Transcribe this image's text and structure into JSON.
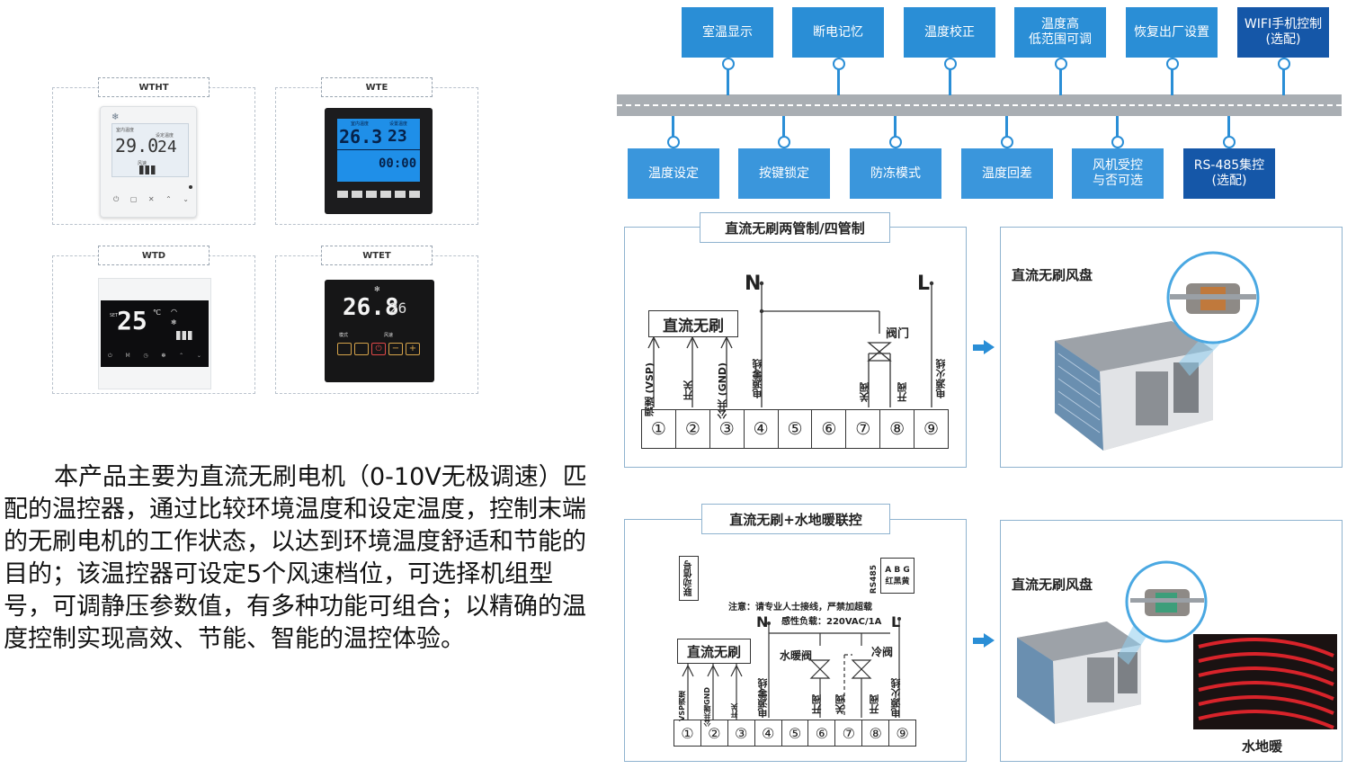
{
  "products": [
    {
      "tag": "WTHT",
      "lcd_big": "29.0",
      "lcd_small": "24",
      "lcd_lbl1": "室内温度",
      "lcd_lbl2": "设定温度",
      "lcd_lbl3": "风速"
    },
    {
      "tag": "WTE",
      "lcd_big": "26.3",
      "lcd_small": "23",
      "lcd_lbl1": "室内温度",
      "lcd_lbl2": "设置温度",
      "lcd_time": "00:00"
    },
    {
      "tag": "WTD",
      "lcd_set": "SET",
      "lcd_big": "25",
      "lcd_unit": "℃"
    },
    {
      "tag": "WTET",
      "lcd_big": "26.8",
      "lcd_small": "26",
      "lcd_mode": "模式",
      "lcd_fan": "风速"
    }
  ],
  "paragraph": "本产品主要为直流无刷电机（0-10V无极调速）匹配的温控器，通过比较环境温度和设定温度，控制末端的无刷电机的工作状态，以达到环境温度舒适和节能的目的；该温控器可设定5个风速档位，可选择机组型号，可调静压参数值，有多种功能可组合；以精确的温度控制实现高效、节能、智能的温控体验。",
  "features_top": [
    "室温显示",
    "断电记忆",
    "温度校正",
    "温度高\n低范围可调",
    "恢复出厂设置",
    "WIFI手机控制\n(选配)"
  ],
  "features_bottom": [
    "温度设定",
    "按键锁定",
    "防冻模式",
    "温度回差",
    "风机受控\n与否可选",
    "RS-485集控\n(选配)"
  ],
  "diagram1": {
    "title": "直流无刷两管制/四管制",
    "n": "N",
    "l": "L",
    "box": "直流无刷",
    "valve": "阀门",
    "labels": [
      "调速 (VSP)",
      "开关",
      "公共 (GND)",
      "电源零线",
      "关阀",
      "开阀",
      "电源火线"
    ],
    "terminals": [
      "①",
      "②",
      "③",
      "④",
      "⑤",
      "⑥",
      "⑦",
      "⑧",
      "⑨"
    ]
  },
  "photo1": {
    "label": "直流无刷风盘"
  },
  "diagram2": {
    "title": "直流无刷+水地暖联控",
    "signal": "联动信号",
    "rs485": "RS485",
    "abg": "A B G",
    "colors": "红黑黄",
    "note1": "注意：请专业人士接线，严禁加超载",
    "note2": "感性负载：220VAC/1A",
    "n": "N",
    "l": "L",
    "box": "直流无刷",
    "valve_water": "水暖阀",
    "valve_cold": "冷阀",
    "labels": [
      "VSP调速",
      "公共端GND",
      "开关",
      "电源零线",
      "开阀",
      "关阀",
      "开阀",
      "电源火线"
    ],
    "terminals": [
      "①",
      "②",
      "③",
      "④",
      "⑤",
      "⑥",
      "⑦",
      "⑧",
      "⑨"
    ]
  },
  "photo2": {
    "label": "直流无刷风盘",
    "floor": "水地暖"
  }
}
